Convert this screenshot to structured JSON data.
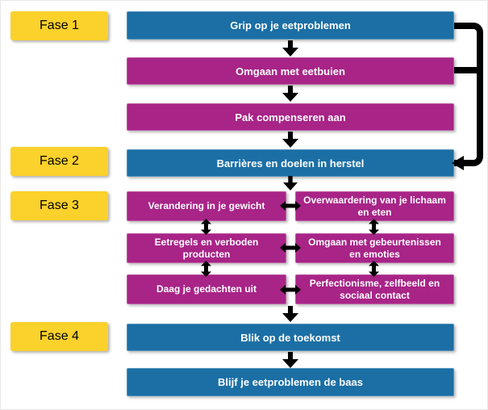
{
  "diagram": {
    "title_implicit": "Behandelfasen eetproblemen stroomschema",
    "phases": [
      "Fase 1",
      "Fase 2",
      "Fase 3",
      "Fase 4"
    ],
    "flow": {
      "grip": "Grip op je eetproblemen",
      "eetbuien": "Omgaan met eetbuien",
      "compenseren": "Pak compenseren aan",
      "barrieres": "Barrières en doelen in herstel",
      "toekomst": "Blik op de toekomst",
      "baas": "Blijf je eetproblemen de baas"
    },
    "grid": {
      "left": [
        "Verandering in je gewicht",
        "Eetregels en verboden\nproducten",
        "Daag je gedachten uit"
      ],
      "right": [
        "Overwaardering van je lichaam\nen eten",
        "Omgaan met gebeurtenissen\nen emoties",
        "Perfectionisme, zelfbeeld en\nsociaal contact"
      ]
    },
    "icons": {
      "down_arrow": "▼",
      "double_arrow_horizontal": "↔",
      "double_arrow_vertical": "↕"
    },
    "colors": {
      "blue": "#1B6FA5",
      "magenta": "#A82487",
      "yellow": "#FBD12B",
      "connector": "#000000",
      "text_on_color": "#FFFFFF",
      "text_on_yellow": "#000000"
    }
  }
}
